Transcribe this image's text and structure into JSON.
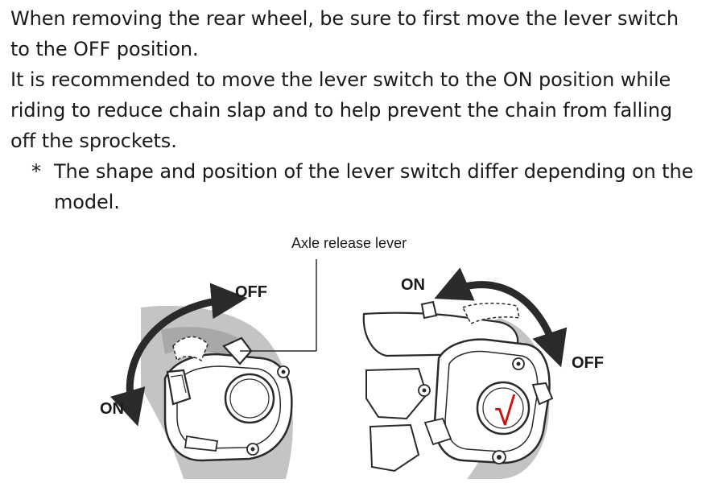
{
  "instructions": {
    "line1": "When removing the rear wheel, be sure to first move the lever switch to the OFF position.",
    "line2": "It is recommended to move the lever switch to the ON position while riding to reduce chain slap and to help prevent the chain from falling off the sprockets.",
    "note_marker": "*",
    "note": "The shape and position of the lever switch differ depending on the model."
  },
  "figure": {
    "callout": "Axle release lever",
    "left_off": "OFF",
    "left_on": "ON",
    "right_on": "ON",
    "right_off": "OFF",
    "check_mark": "√"
  },
  "colors": {
    "text": "#1a1a1a",
    "frame_gray": "#c4c4c4",
    "check": "#cc1111"
  }
}
